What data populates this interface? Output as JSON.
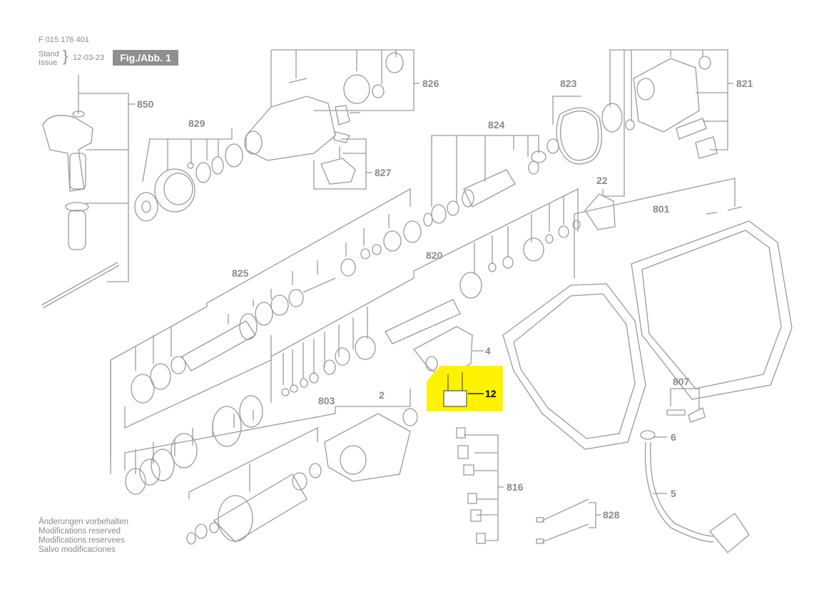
{
  "header": {
    "doc_number": "F 015 176 401",
    "stand": "Stand",
    "issue": "Issue",
    "date": "12-03-23",
    "figure": "Fig./Abb. 1"
  },
  "footer_notes": [
    "Änderungen vorbehalten",
    "Modifications reserved",
    "Modifications reservees",
    "Salvo modificaciones"
  ],
  "parts": {
    "p850": "850",
    "p829": "829",
    "p826": "826",
    "p827": "827",
    "p823": "823",
    "p824": "824",
    "p821": "821",
    "p22": "22",
    "p801": "801",
    "p825": "825",
    "p820": "820",
    "p4": "4",
    "p12": "12",
    "p803": "803",
    "p2": "2",
    "p807": "807",
    "p6": "6",
    "p816": "816",
    "p5": "5",
    "p828": "828"
  },
  "colors": {
    "line": "#9a9a9a",
    "label": "#8a8a8a",
    "highlight": "#fff200",
    "highlight_text": "#000000"
  }
}
